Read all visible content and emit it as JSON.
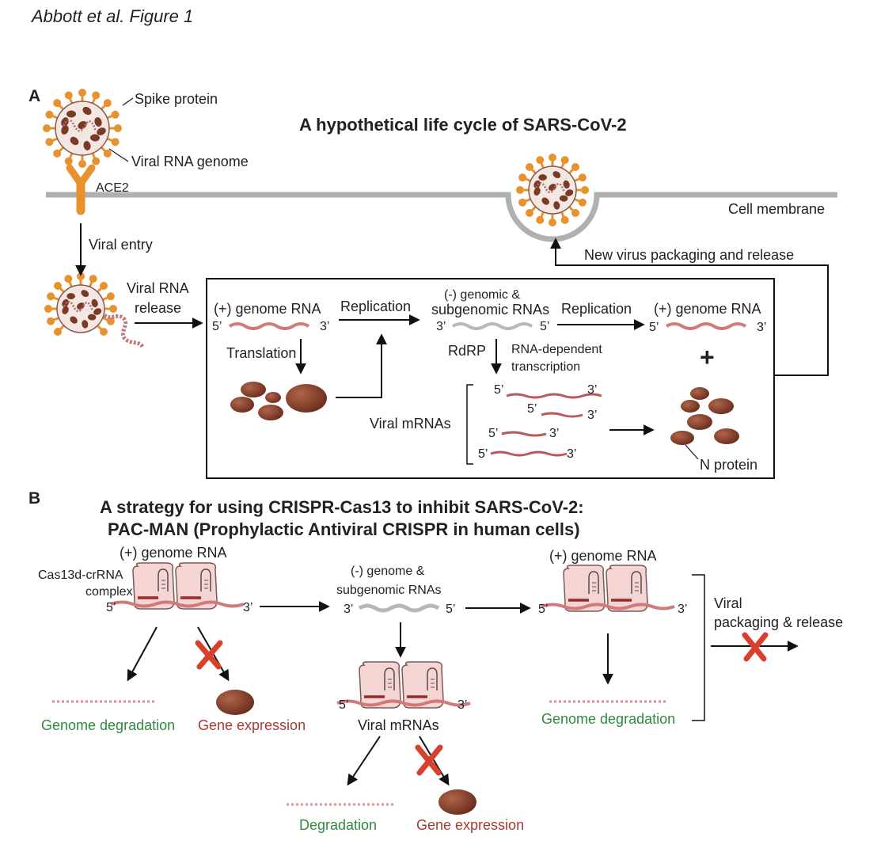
{
  "header": "Abbott et al. Figure 1",
  "panel_a": {
    "letter": "A",
    "title": "A hypothetical life cycle of SARS-CoV-2",
    "labels": {
      "spike": "Spike protein",
      "viral_rna_genome": "Viral RNA genome",
      "ace2": "ACE2",
      "cell_membrane": "Cell membrane",
      "viral_entry": "Viral entry",
      "viral_rna_release_1": "Viral RNA",
      "viral_rna_release_2": "release",
      "plus_genome_1": "(+) genome RNA",
      "replication_1": "Replication",
      "neg_genomic_1": "(-) genomic &",
      "neg_genomic_2": "subgenomic RNAs",
      "replication_2": "Replication",
      "plus_genome_2": "(+) genome RNA",
      "translation": "Translation",
      "rdrp": "RdRP",
      "rna_dep_1": "RNA-dependent",
      "rna_dep_2": "transcription",
      "viral_mrnas": "Viral mRNAs",
      "n_protein": "N protein",
      "packaging": "New virus packaging and release",
      "plus_sign": "+"
    }
  },
  "panel_b": {
    "letter": "B",
    "title_1": "A strategy for using CRISPR-Cas13 to inhibit SARS-CoV-2:",
    "title_2": "PAC-MAN (Prophylactic Antiviral CRISPR in human cells)",
    "labels": {
      "plus_genome_1": "(+) genome RNA",
      "cas13_1": "Cas13d-crRNA",
      "cas13_2": "complex",
      "neg_genome_1": "(-) genome &",
      "neg_genome_2": "subgenomic RNAs",
      "plus_genome_2": "(+) genome RNA",
      "viral_pack_1": "Viral",
      "viral_pack_2": "packaging & release",
      "genome_deg_1": "Genome degradation",
      "gene_expr_1": "Gene expression",
      "viral_mrnas": "Viral mRNAs",
      "genome_deg_2": "Genome degradation",
      "degradation": "Degradation",
      "gene_expr_2": "Gene expression"
    }
  },
  "ends": {
    "five": "5’",
    "three": "3’"
  },
  "colors": {
    "virus_body": "#f2e7e3",
    "spike": "#e8922e",
    "blob": "#7a3a25",
    "rna_pos": "#d07a7a",
    "rna_neg": "#b8b8b8",
    "membrane": "#b0b0b0",
    "ace2": "#e8922e",
    "cas_fill": "#f5d5d3",
    "cross": "#d9402c",
    "green_text": "#2e8b3e",
    "red_text": "#a83a32"
  }
}
